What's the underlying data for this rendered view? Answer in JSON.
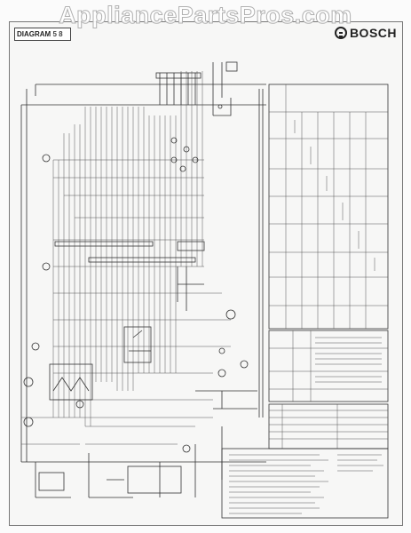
{
  "watermark": "AppliancePartsPros.com",
  "title": {
    "label": "DIAGRAM",
    "number": "5 8"
  },
  "brand": {
    "name": "BOSCH",
    "logo": "bosch-ring-icon"
  },
  "colors": {
    "ink": "#333333",
    "paper": "#f7f7f6",
    "watermark_stroke": "#b0b0b0"
  }
}
